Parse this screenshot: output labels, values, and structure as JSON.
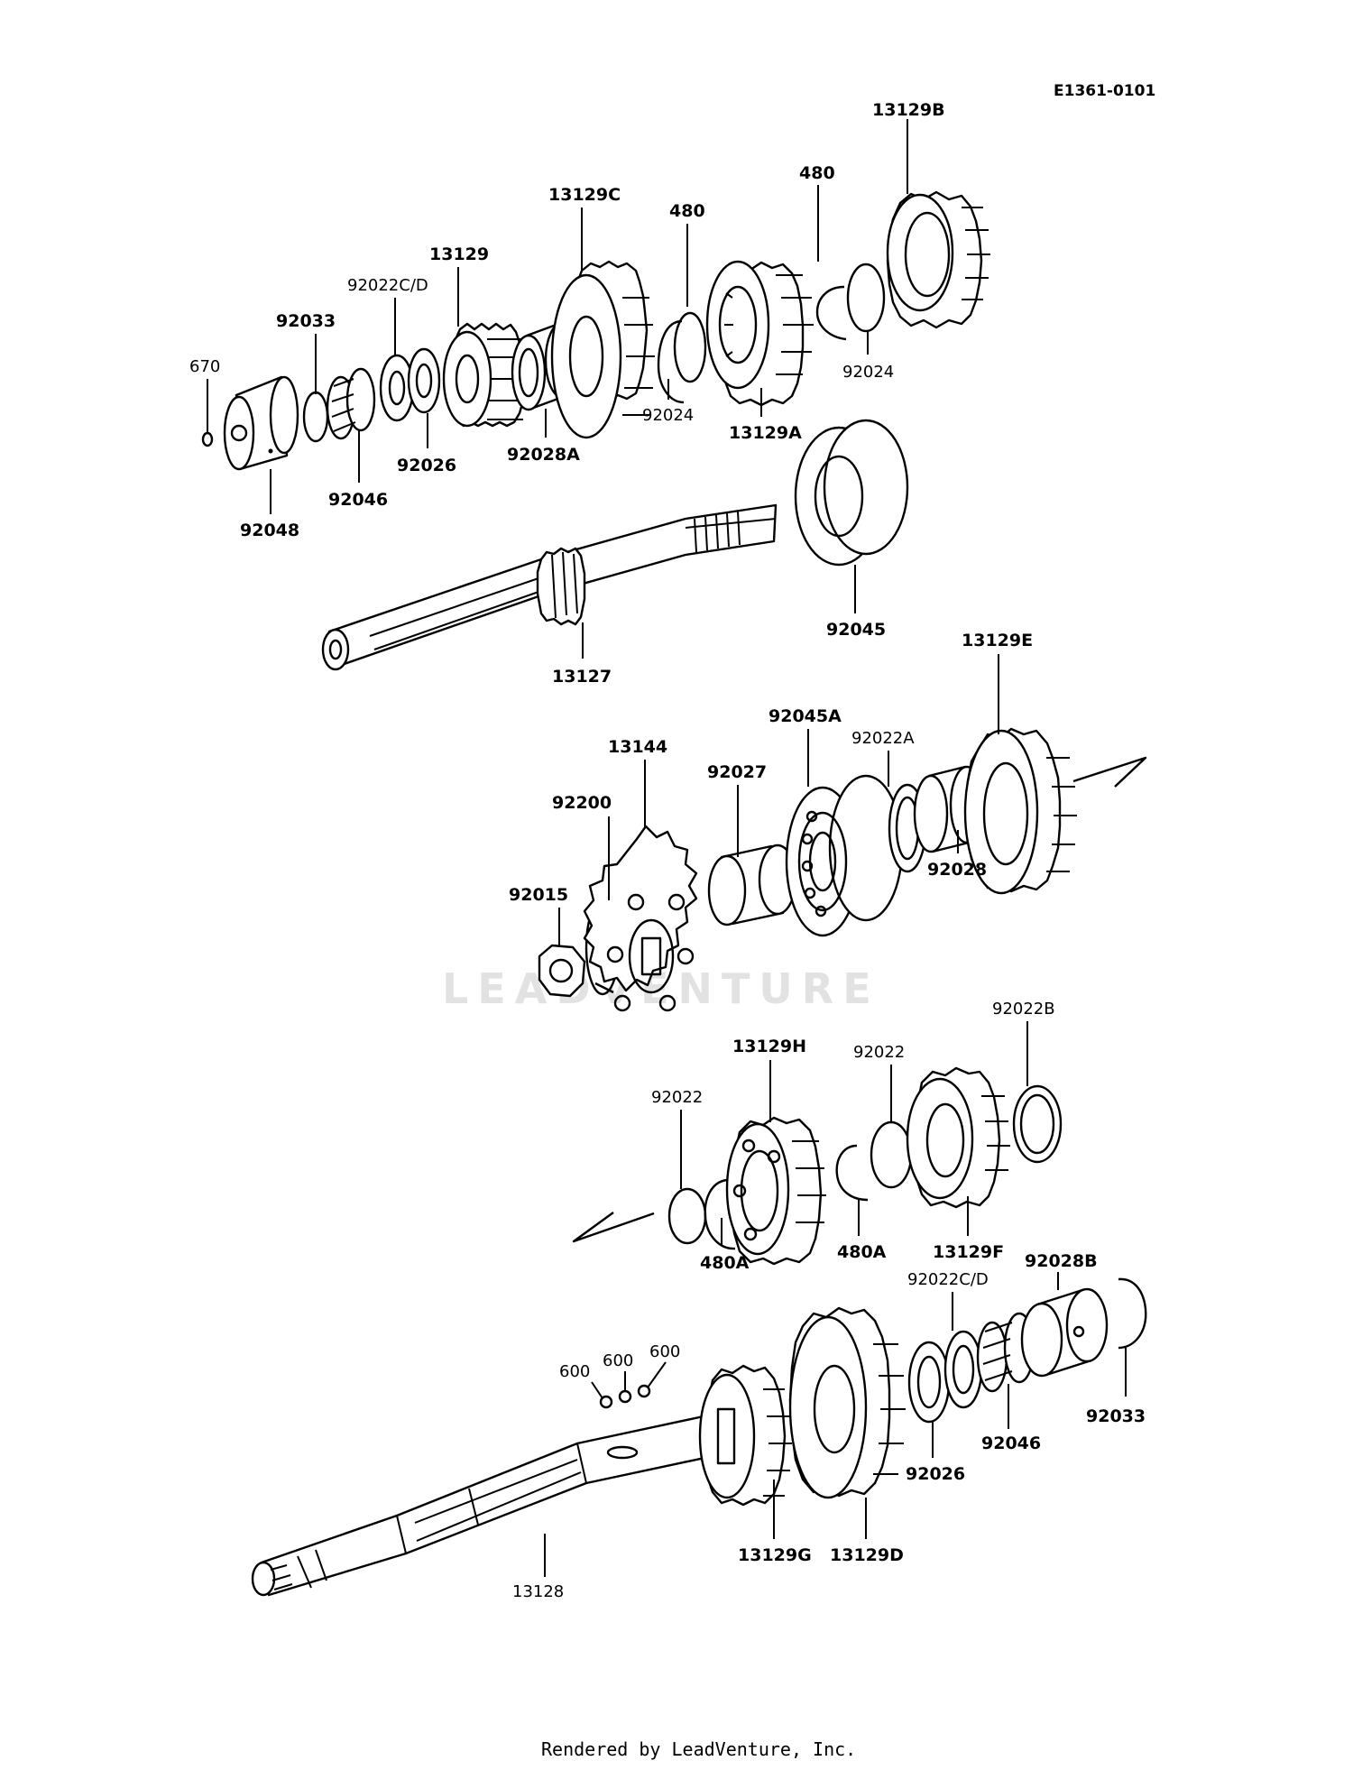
{
  "diagram_code": "E1361-0101",
  "watermark": "LEADVENTURE",
  "footer": "Rendered by LeadVenture, Inc.",
  "labels": {
    "l13129B": "13129B",
    "l480a": "480",
    "l480b": "480",
    "l13129C": "13129C",
    "l13129": "13129",
    "l92022CD_top": "92022C/D",
    "l92033_top": "92033",
    "l670": "670",
    "l92024_a": "92024",
    "l92024_b": "92024",
    "l13129A": "13129A",
    "l92028A": "92028A",
    "l92026_top": "92026",
    "l92046_top": "92046",
    "l92048": "92048",
    "l92045": "92045",
    "l13127": "13127",
    "l13129E": "13129E",
    "l92045A": "92045A",
    "l92022A": "92022A",
    "l13144": "13144",
    "l92027": "92027",
    "l92200": "92200",
    "l92015": "92015",
    "l92028": "92028",
    "l92022B": "92022B",
    "l13129H": "13129H",
    "l92022_a": "92022",
    "l92022_b": "92022",
    "l480A_a": "480A",
    "l480A_b": "480A",
    "l13129F": "13129F",
    "l92028B": "92028B",
    "l92022CD_bot": "92022C/D",
    "l600_a": "600",
    "l600_b": "600",
    "l600_c": "600",
    "l92033_bot": "92033",
    "l92046_bot": "92046",
    "l92026_bot": "92026",
    "l13129G": "13129G",
    "l13129D": "13129D",
    "l13128": "13128"
  }
}
